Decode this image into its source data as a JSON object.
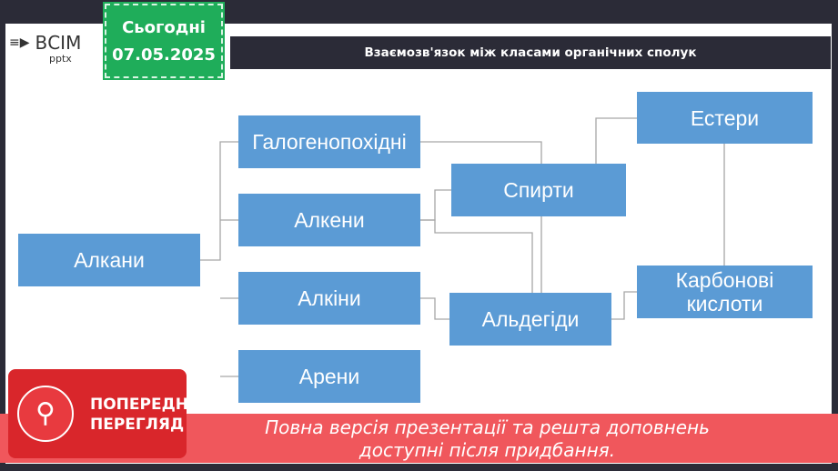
{
  "header": {
    "logo_text": "ВСІМ",
    "logo_sub": "pptx",
    "date_label": "Сьогодні",
    "date": "07.05.2025",
    "title": "Взаємозв'язок між класами органічних сполук"
  },
  "boxes": {
    "alkany": "Алкани",
    "halogen": "Галогенопохідні",
    "alkeny": "Алкени",
    "alkiny": "Алкіни",
    "areny": "Арени",
    "spyrty": "Спирти",
    "aldehidy": "Альдегіди",
    "estery": "Естери",
    "acids": "Карбонові кислоти"
  },
  "preview": {
    "label_line1": "ПОПЕРЕДНІЙ",
    "label_line2": "ПЕРЕГЛЯД",
    "banner_line1": "Повна версія презентації та решта доповнень",
    "banner_line2": "доступні після придбання."
  },
  "colors": {
    "box": "#5b9bd5",
    "banner": "#f0575c",
    "date_badge": "#1fad5a",
    "title_bar": "#2b2b37"
  }
}
